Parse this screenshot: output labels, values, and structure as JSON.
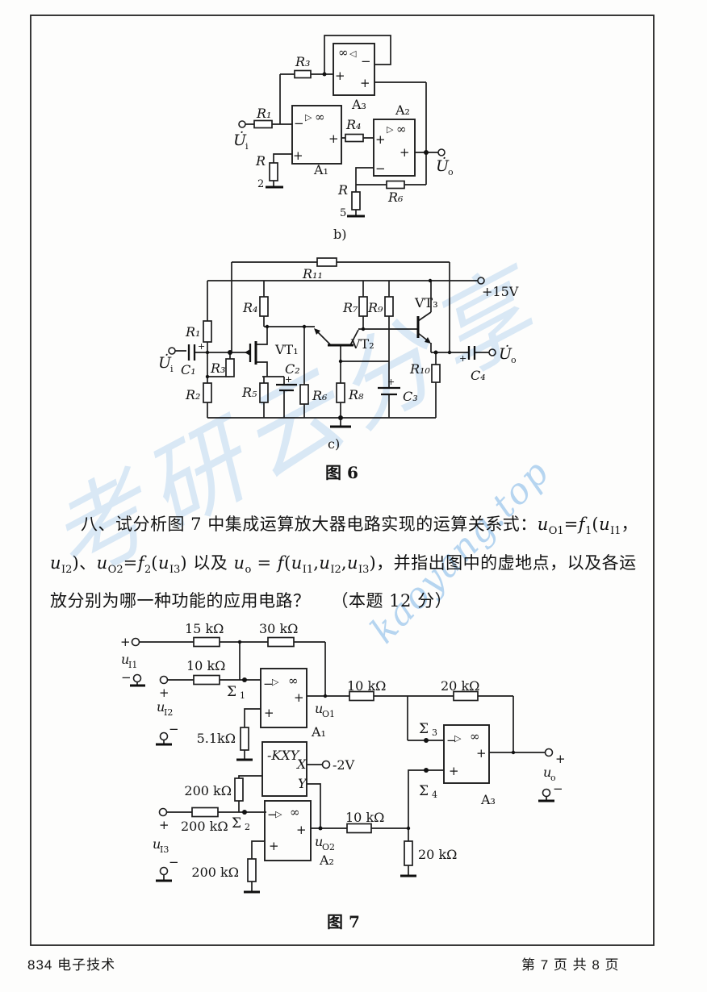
{
  "sym": {
    "plus": "+",
    "minus": "−",
    "inf": "∞",
    "tri_r": "▷",
    "tri_l": "◁"
  },
  "fig6": {
    "caption": "图 6",
    "b": {
      "label": "b)",
      "r1": "R₁",
      "r3": "R₃",
      "r4": "R₄",
      "r6": "R₆",
      "r2_base": "R",
      "r2_sub": "2",
      "r5_base": "R",
      "r5_sub": "5",
      "a1": "A₁",
      "a2": "A₂",
      "a3": "A₃",
      "ui_base": "U̇",
      "ui_sub": "i",
      "uo_base": "U̇",
      "uo_sub": "o"
    },
    "c": {
      "label": "c)",
      "r1": "R₁",
      "r2": "R₂",
      "r3": "R₃",
      "r4": "R₄",
      "r5": "R₅",
      "r6": "R₆",
      "r7": "R₇",
      "r8": "R₈",
      "r9": "R₉",
      "r10": "R₁₀",
      "r11": "R₁₁",
      "c1": "C₁",
      "c2": "C₂",
      "c3": "C₃",
      "c4": "C₄",
      "vt1": "VT₁",
      "vt2": "VT₂",
      "vt3": "VT₃",
      "vcc": "+15V",
      "ui_base": "U̇",
      "ui_sub": "i",
      "uo_base": "U̇",
      "uo_sub": "o"
    }
  },
  "problem": {
    "line1": [
      "八、试分析图 7 中集成运算放大器电路实现的运算关系式：",
      "u",
      "O1",
      "=",
      "f",
      "1",
      "(",
      "u",
      "I1",
      "，"
    ],
    "line2": [
      "u",
      "I2",
      ")、",
      "u",
      "O2",
      "=",
      "f",
      "2",
      "(",
      "u",
      "I3",
      ") 以及 ",
      "u",
      "o",
      " = ",
      "f",
      "(",
      "u",
      "I1",
      ",",
      "u",
      "I2",
      ",",
      "u",
      "I3",
      ")",
      "，并指出图中的虚地点，以及各运"
    ],
    "line3": [
      "放分别为哪一种功能的应用电路？",
      "（本题 12 分）"
    ]
  },
  "fig7": {
    "caption": "图 7",
    "r15k": "15 kΩ",
    "r30k": "30 kΩ",
    "r10k": "10 kΩ",
    "r20k": "20 kΩ",
    "r200k": "200 kΩ",
    "r51k": "5.1kΩ",
    "mult": "-KXY",
    "pin_x": "X",
    "pin_y": "Y",
    "v_ref": "-2V",
    "a1": "A₁",
    "a2": "A₂",
    "a3": "A₃",
    "sigma": "Σ",
    "s1": "1",
    "s2": "2",
    "s3": "3",
    "s4": "4",
    "u": "u",
    "i1": "I1",
    "i2": "I2",
    "i3": "I3",
    "o1": "O1",
    "o2": "O2",
    "o": "o"
  },
  "watermark": {
    "main": "考研云分享",
    "url": "kaoyang.top",
    "color": "#aed3f2"
  },
  "footer": {
    "left": "834 电子技术",
    "right": "第 7 页 共 8 页"
  }
}
